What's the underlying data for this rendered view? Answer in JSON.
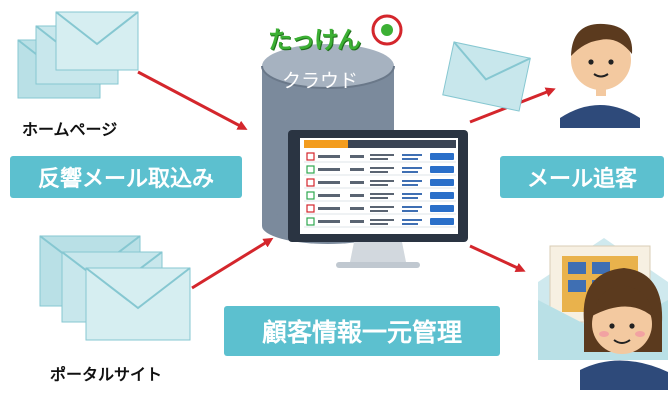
{
  "brand": {
    "logo_text": "たっけん",
    "cloud_label": "クラウド"
  },
  "sources": {
    "homepage_label": "ホームページ",
    "portal_label": "ポータルサイト"
  },
  "features": {
    "response_import": "反響メール取込み",
    "mail_followup": "メール追客",
    "customer_management": "顧客情報一元管理"
  },
  "colors": {
    "accent_teal": "#5cc0cf",
    "arrow_red": "#d4262c",
    "logo_green": "#3cb034"
  }
}
